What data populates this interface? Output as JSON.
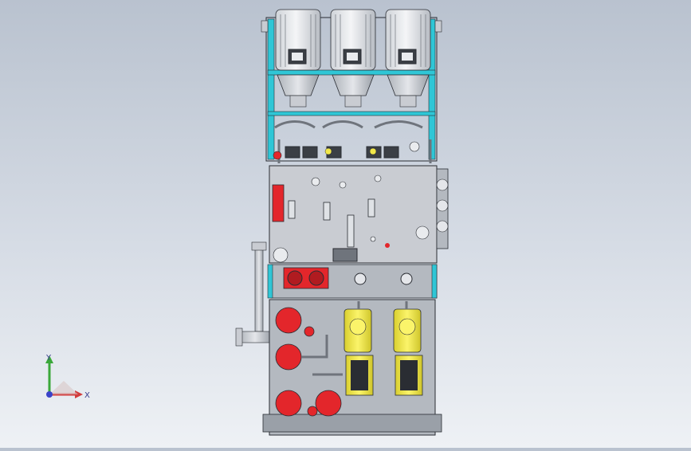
{
  "viewport": {
    "background_top": "#b9c2cf",
    "background_bottom": "#eef1f5"
  },
  "colors": {
    "frame_cyan": "#2fc6d6",
    "steel": "#c9ccd2",
    "steel_dark": "#6f747c",
    "motor": "#dfe2e6",
    "pump_yellow": "#f2e84a",
    "valve_red": "#e3262b",
    "outline": "#2a2d33"
  },
  "triad": {
    "x_label": "X",
    "y_label": "Y",
    "x_axis_color": "#d23b3b",
    "y_axis_color": "#3aa83a",
    "origin_color": "#3b43c9"
  },
  "assembly": {
    "top_motor_count": 3,
    "bottom_pump_count": 2,
    "red_filter_count": 6
  }
}
